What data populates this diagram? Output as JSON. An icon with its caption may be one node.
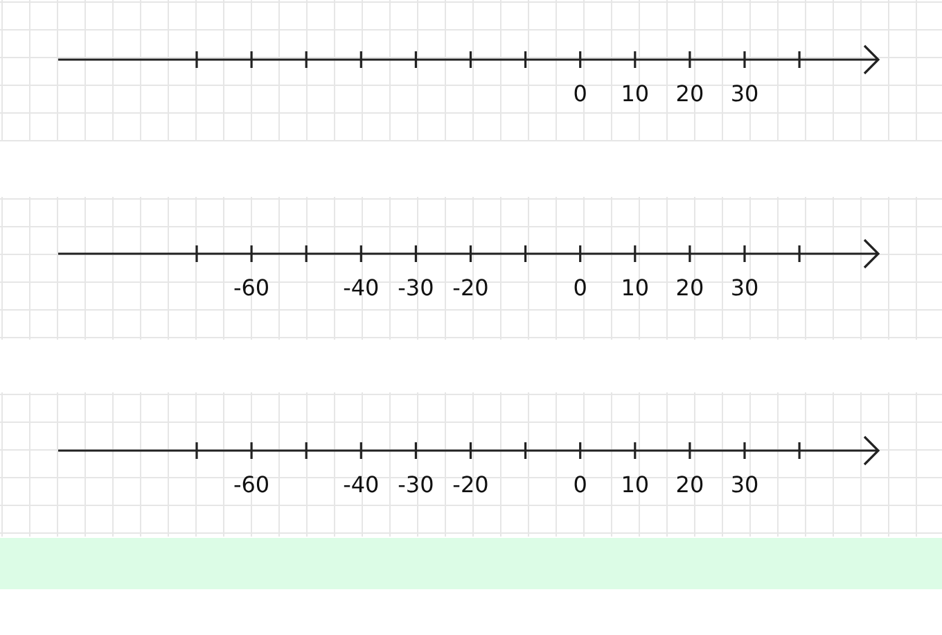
{
  "diagram": {
    "labels": [
      "0",
      "10",
      "20",
      "30",
      "-60",
      "-40",
      "-30",
      "-20",
      "0",
      "10",
      "20",
      "30",
      "-60",
      "-40",
      "-30",
      "-20",
      "0",
      "10",
      "20",
      "30"
    ]
  }
}
